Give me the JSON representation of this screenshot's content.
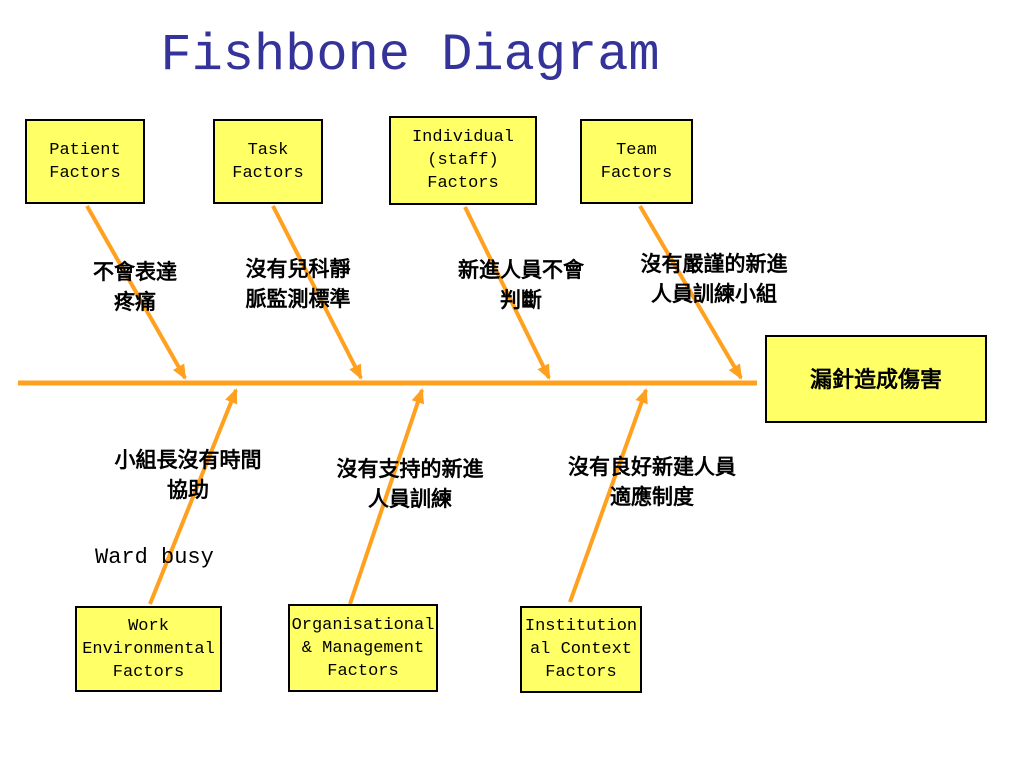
{
  "title": "Fishbone Diagram",
  "colors": {
    "title_text": "#333399",
    "box_fill": "#FFFF66",
    "box_border": "#000000",
    "arrow_orange": "#FFA01E",
    "label_text": "#000000",
    "background": "#FFFFFF"
  },
  "effect_box": {
    "label": "漏針造成傷害"
  },
  "top_branches": [
    {
      "category": "Patient\nFactors",
      "cause": "不會表達\n疼痛"
    },
    {
      "category": "Task\nFactors",
      "cause": "沒有兒科靜\n脈監測標準"
    },
    {
      "category": "Individual\n(staff)\nFactors",
      "cause": "新進人員不會\n判斷"
    },
    {
      "category": "Team\nFactors",
      "cause": "沒有嚴謹的新進\n人員訓練小組"
    }
  ],
  "bottom_branches": [
    {
      "category": "Work\nEnvironmental\nFactors",
      "cause": "小組長沒有時間\n協助",
      "extra_cause": "Ward busy"
    },
    {
      "category": "Organisational\n& Management\nFactors",
      "cause": "沒有支持的新進\n人員訓練"
    },
    {
      "category": "Institution\nal Context\nFactors",
      "cause": "沒有良好新建人員\n適應制度"
    }
  ]
}
